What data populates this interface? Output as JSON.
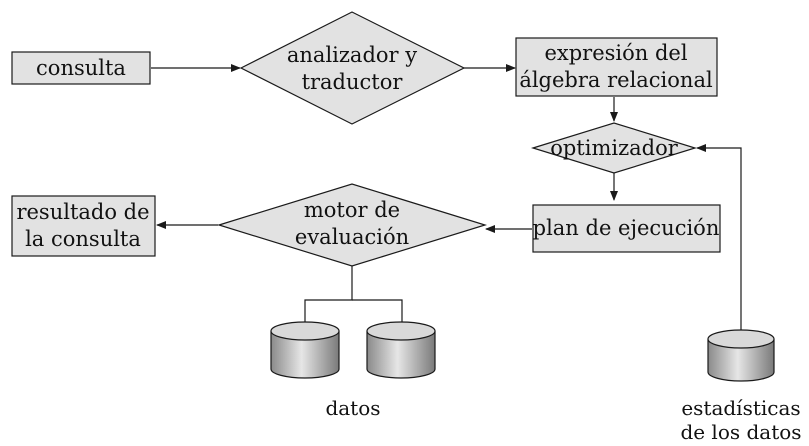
{
  "colors": {
    "box_fill": "#e2e2e2",
    "stroke": "#1a1a1a",
    "text": "#111111"
  },
  "nodes": {
    "consulta": [
      "consulta"
    ],
    "analizador": [
      "analizador y",
      "traductor"
    ],
    "expresion": [
      "expresión del",
      "álgebra relacional"
    ],
    "optimizador": [
      "optimizador"
    ],
    "plan": [
      "plan de ejecución"
    ],
    "motor": [
      "motor de",
      "evaluación"
    ],
    "resultado": [
      "resultado de",
      "la consulta"
    ],
    "datos": [
      "datos"
    ],
    "estadisticas": [
      "estadísticas",
      "de los datos"
    ]
  }
}
